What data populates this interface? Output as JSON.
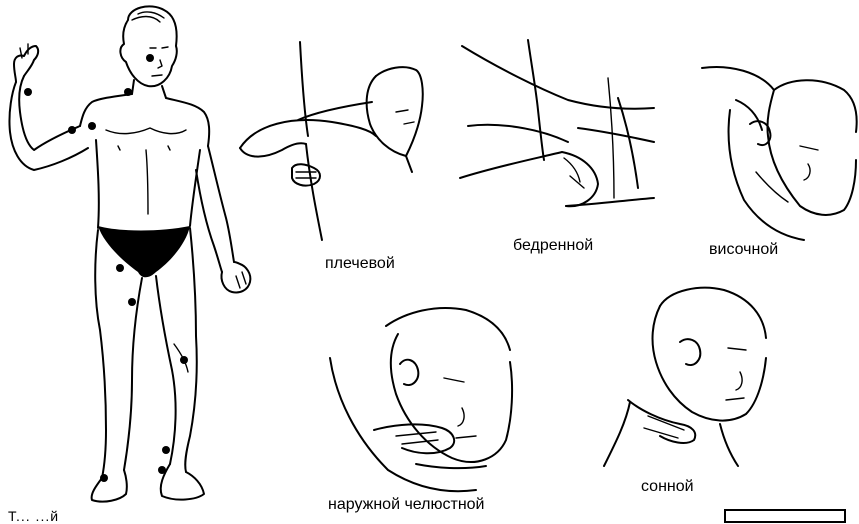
{
  "labels": {
    "brachial": "плечевой",
    "femoral": "бедренной",
    "temporal": "височной",
    "facial": "наружной челюстной",
    "carotid": "сонной"
  },
  "bottom_caption_fragment": "Т...  ...й",
  "colors": {
    "ink": "#000000",
    "background": "#ffffff"
  }
}
